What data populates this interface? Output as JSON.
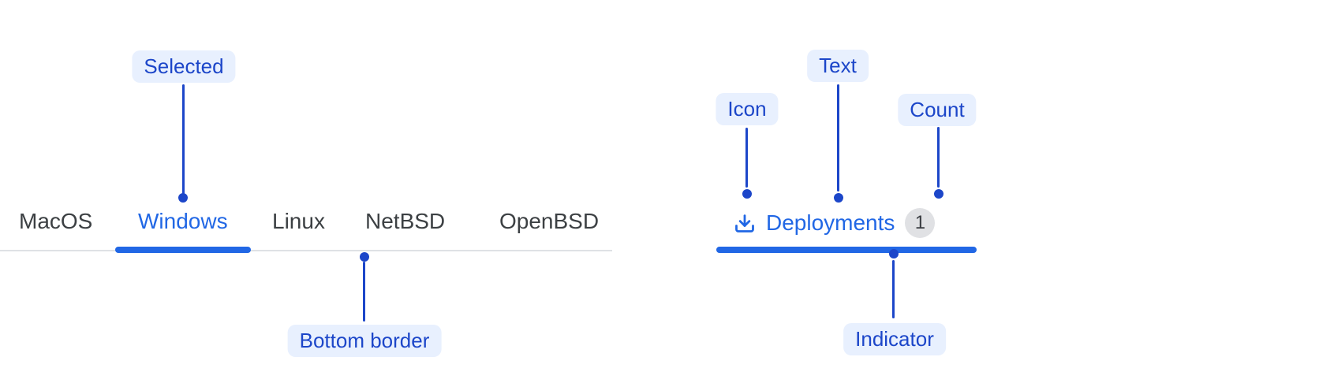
{
  "colors": {
    "tab_accent": "#2167E5",
    "callout_accent": "#1C46C9",
    "callout_pill_bg": "#E8F0FE",
    "inactive_tab_text": "#3C4043",
    "tabbar_border": "#DFE1E5",
    "count_badge_bg": "#E0E1E4",
    "count_badge_text": "#3A3D42",
    "background": "#FFFFFF"
  },
  "os_tabs_figure": {
    "callouts": {
      "selected": "Selected",
      "bottom_border": "Bottom border"
    },
    "tabs": [
      {
        "label": "MacOS",
        "selected": false
      },
      {
        "label": "Windows",
        "selected": true
      },
      {
        "label": "Linux",
        "selected": false
      },
      {
        "label": "NetBSD",
        "selected": false
      },
      {
        "label": "OpenBSD",
        "selected": false
      }
    ]
  },
  "deployments_tab_figure": {
    "callouts": {
      "icon": "Icon",
      "text": "Text",
      "count": "Count",
      "indicator": "Indicator"
    },
    "tab": {
      "icon": "download-icon",
      "label": "Deployments",
      "count": "1",
      "selected": true
    }
  }
}
